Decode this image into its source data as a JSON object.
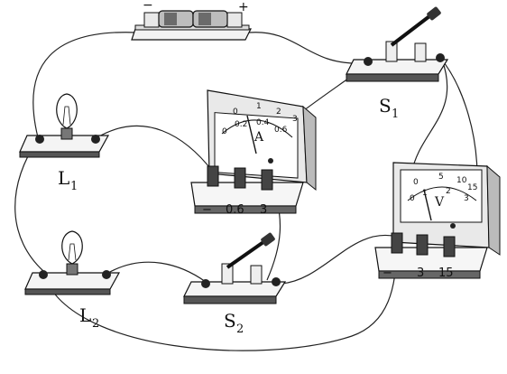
{
  "battery": {
    "neg_sign": "−",
    "pos_sign": "+"
  },
  "labels": {
    "L1": {
      "main": "L",
      "sub": "1"
    },
    "L2": {
      "main": "L",
      "sub": "2"
    },
    "S1": {
      "main": "S",
      "sub": "1"
    },
    "S2": {
      "main": "S",
      "sub": "2"
    }
  },
  "ammeter": {
    "symbol": "A",
    "scale_top": [
      "0",
      "1",
      "2",
      "3"
    ],
    "scale_bottom": [
      "0",
      "0.2",
      "0.4",
      "0.6"
    ],
    "terminals": [
      "−",
      "0.6",
      "3"
    ]
  },
  "voltmeter": {
    "symbol": "V",
    "scale_top": [
      "0",
      "5",
      "10",
      "15"
    ],
    "scale_bottom": [
      "0",
      "1",
      "2",
      "3"
    ],
    "terminals": [
      "−",
      "3",
      "15"
    ]
  }
}
